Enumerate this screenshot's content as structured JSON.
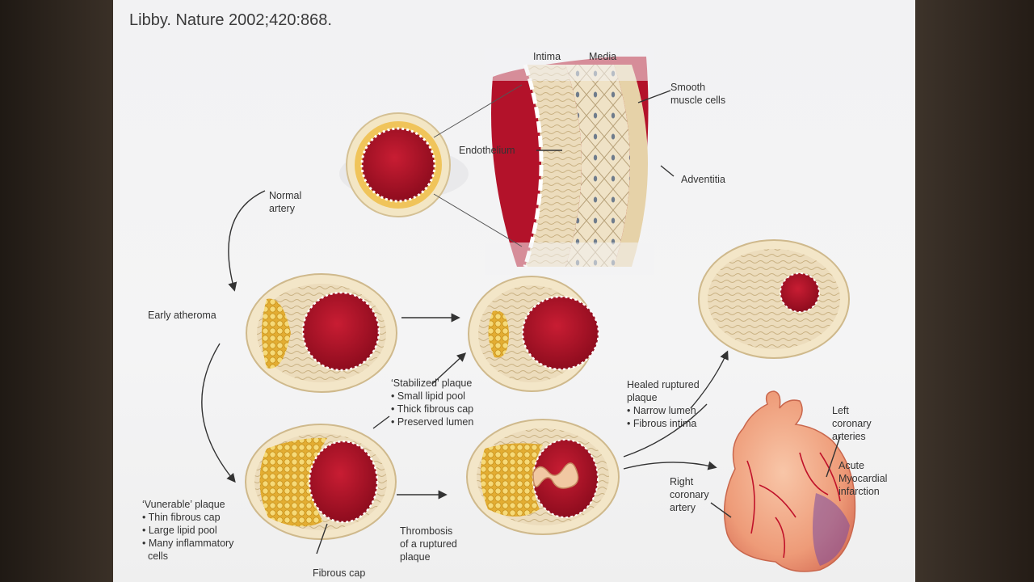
{
  "citation": "Libby. Nature 2002;420:868.",
  "labels": {
    "intima": "Intima",
    "media": "Media",
    "smooth_muscle": [
      "Smooth",
      "muscle cells"
    ],
    "endothelium": "Endothelium",
    "adventitia": "Adventitia",
    "normal_artery": [
      "Normal",
      "artery"
    ],
    "early_atheroma": "Early atheroma",
    "stabilized_plaque": [
      "‘Stabilized’ plaque",
      "• Small lipid pool",
      "• Thick fibrous cap",
      "• Preserved lumen"
    ],
    "healed_plaque": [
      "Healed ruptured",
      "plaque",
      "• Narrow lumen",
      "• Fibrous intima"
    ],
    "left_coronary": [
      "Left",
      "coronary",
      "arteries"
    ],
    "acute_mi": [
      "Acute",
      "Myocardial",
      "infarction"
    ],
    "right_coronary": [
      "Right",
      "coronary",
      "artery"
    ],
    "vulnerable_plaque": [
      "‘Vunerable’ plaque",
      "• Thin fibrous cap",
      "• Large lipid pool",
      "• Many inflammatory",
      "  cells"
    ],
    "thrombosis": [
      "Thrombosis",
      "of a ruptured",
      "plaque"
    ],
    "fibrous_cap": "Fibrous cap"
  },
  "colors": {
    "lumen": "#b3122a",
    "intima": "#f3dfae",
    "wall": "#e8d4b2",
    "lipid": "#e9b93c",
    "heart": "#f0a482",
    "arrow": "#333333"
  }
}
